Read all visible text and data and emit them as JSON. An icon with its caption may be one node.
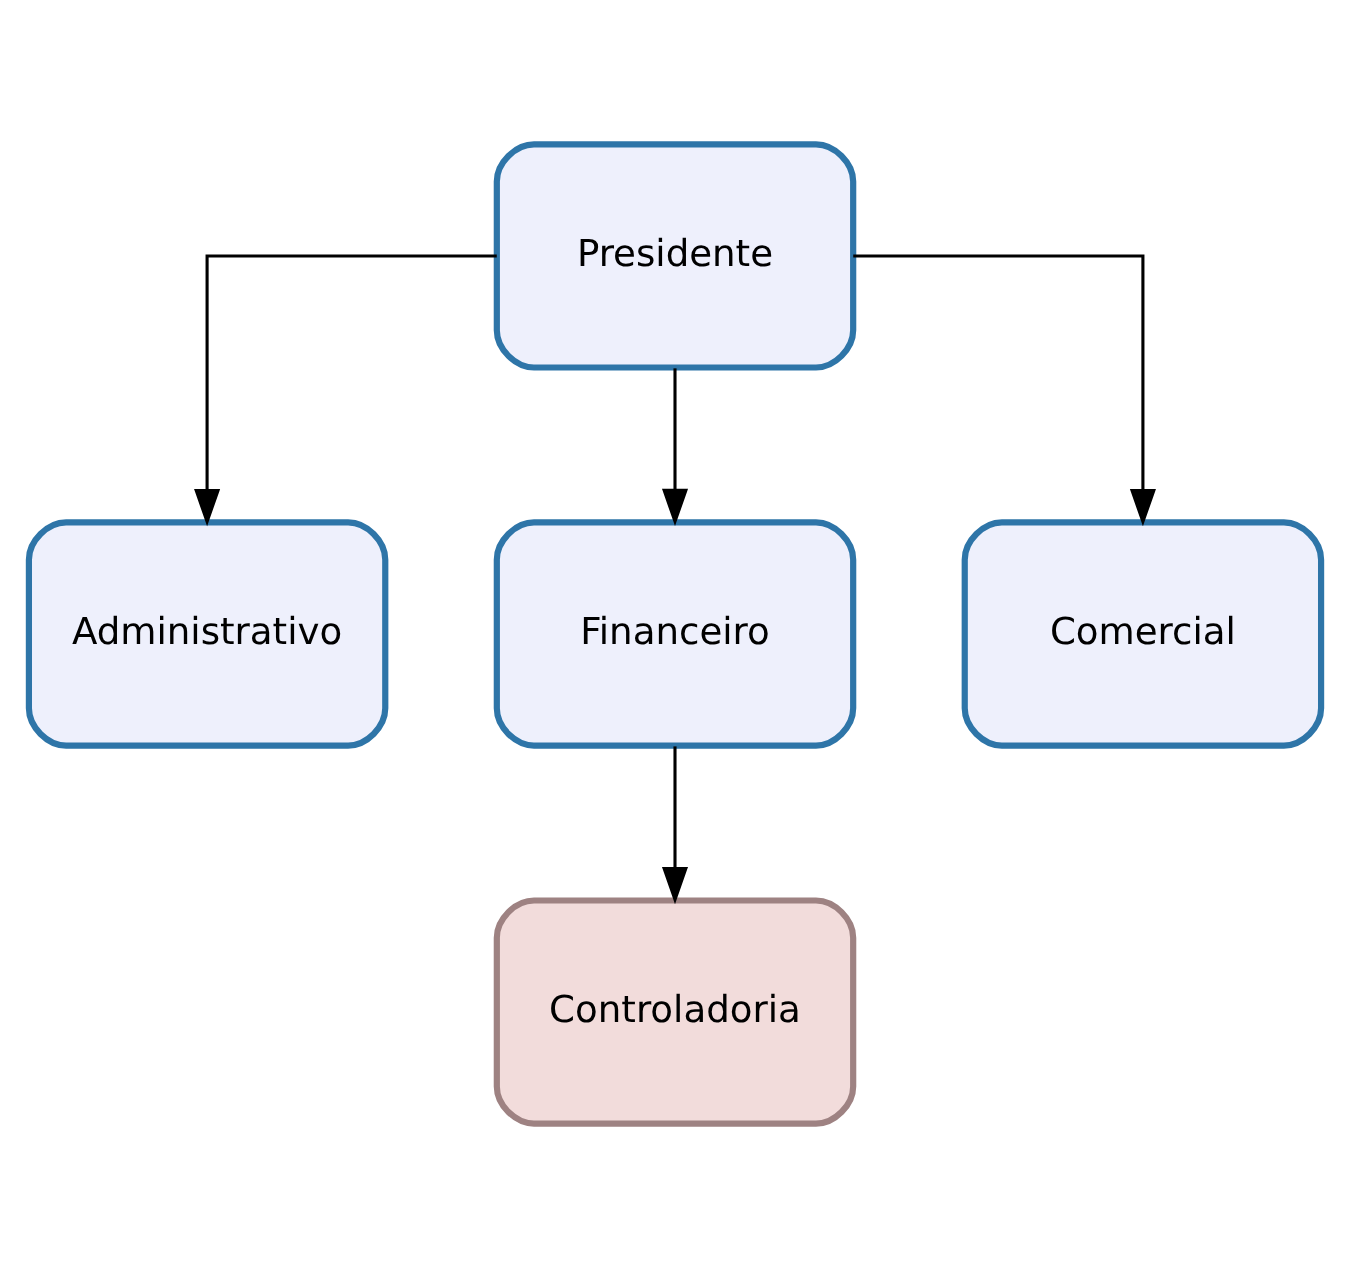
{
  "diagram": {
    "nodes": [
      {
        "text": [
          "Presidente"
        ]
      },
      {
        "text": [
          "Administrativo"
        ]
      },
      {
        "text": [
          "Financeiro"
        ]
      },
      {
        "text": [
          "Comercial"
        ]
      },
      {
        "text": [
          "Controladoria"
        ]
      }
    ],
    "edges": [
      {
        "from": 0,
        "to": 1,
        "arrow": "to"
      },
      {
        "from": 0,
        "to": 2,
        "arrow": "to"
      },
      {
        "from": 0,
        "to": 3,
        "arrow": "to"
      },
      {
        "from": 2,
        "to": 4,
        "arrow": "to"
      }
    ]
  }
}
